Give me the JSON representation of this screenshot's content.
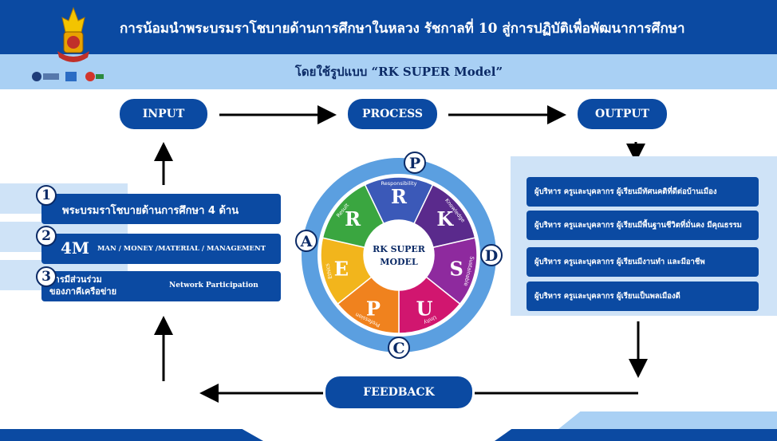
{
  "header": {
    "title": "การน้อมนำพระบรมราโชบายด้านการศึกษาในหลวง รัชกาลที่ 10 สู่การปฏิบัติเพื่อพัฒนาการศึกษา",
    "subtitle": "โดยใช้รูปแบบ “RK SUPER Model”",
    "logo_icon": "school-crest-icon"
  },
  "flow": {
    "input": "INPUT",
    "process": "PROCESS",
    "output": "OUTPUT",
    "feedback": "FEEDBACK"
  },
  "inputs": [
    {
      "num": "1",
      "text": "พระบรมราโชบายด้านการศึกษา  4 ด้าน",
      "extra": ""
    },
    {
      "num": "2",
      "text": "4M",
      "extra": "MAN / MONEY /MATERIAL / MANAGEMENT"
    },
    {
      "num": "3",
      "text": "การมีส่วนร่วม\nของภาคีเครือข่าย",
      "extra": "Network Participation"
    }
  ],
  "cycle": {
    "center_line1": "RK SUPER",
    "center_line2": "MODEL",
    "pdca": [
      "P",
      "D",
      "C",
      "A"
    ],
    "segments": [
      {
        "letter": "R",
        "label": "Responsibility",
        "color": "#3b59b8"
      },
      {
        "letter": "K",
        "label": "Knowledge",
        "color": "#5a2a8c"
      },
      {
        "letter": "S",
        "label": "Sustainable",
        "color": "#8e2a9e"
      },
      {
        "letter": "U",
        "label": "Unity",
        "color": "#d1166f"
      },
      {
        "letter": "P",
        "label": "Profession",
        "color": "#f0821e"
      },
      {
        "letter": "E",
        "label": "Ethics",
        "color": "#f2b51c"
      },
      {
        "letter": "R",
        "label": "Result",
        "color": "#3aa640"
      }
    ]
  },
  "outputs": [
    "ผู้บริหาร ครูและบุคลากร ผู้เรียนมีทัศนคติที่ดีต่อบ้านเมือง",
    "ผู้บริหาร ครูและบุคลากร ผู้เรียนมีพื้นฐานชีวิตที่มั่นคง มีคุณธรรม",
    "ผู้บริหาร ครูและบุคลากร ผู้เรียนมีงานทำ และมีอาชีพ",
    "ผู้บริหาร ครูและบุคลากร ผู้เรียนเป็นพลเมืองดี"
  ],
  "colors": {
    "primary": "#0b4aa2",
    "light": "#a9d0f4",
    "ring": "#5b9fe0"
  }
}
